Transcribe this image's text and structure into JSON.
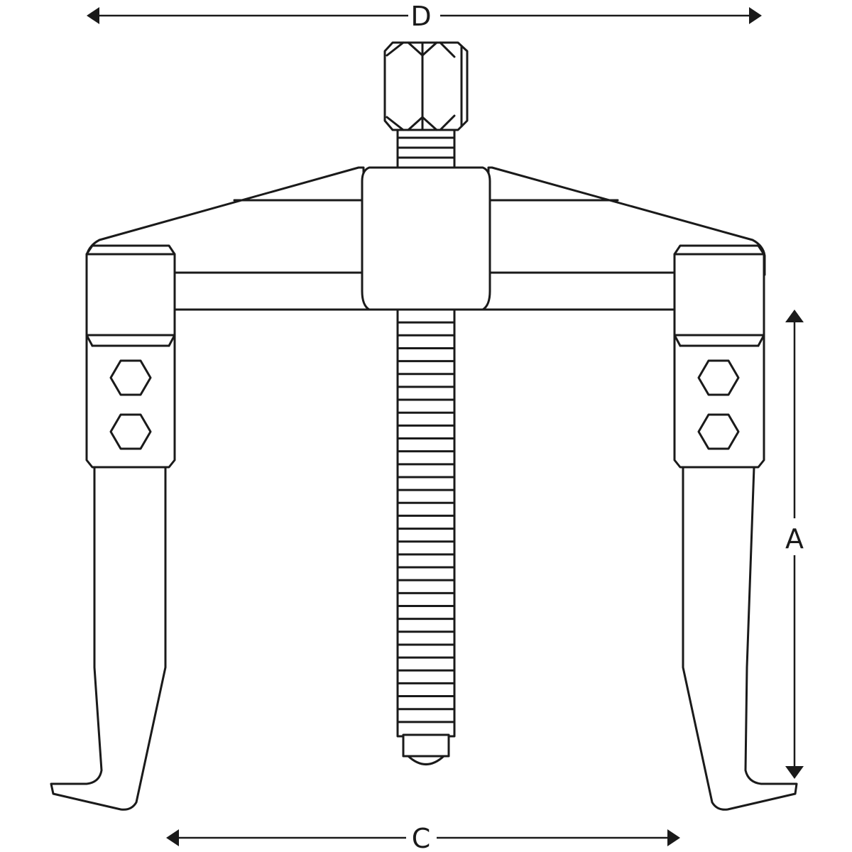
{
  "dimensions": {
    "top_width_label": "D",
    "height_label": "A",
    "bottom_width_label": "C"
  },
  "colors": {
    "line": "#1a1a1a",
    "background": "#ffffff"
  },
  "thread": {
    "upper_ridges": 4,
    "lower_ridges": 33
  }
}
